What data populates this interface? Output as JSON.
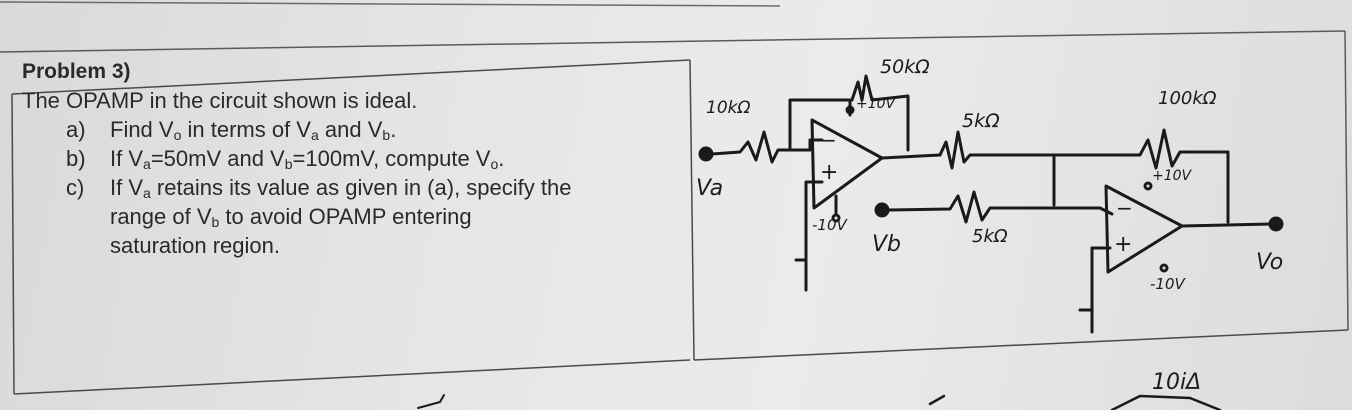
{
  "problem": {
    "title": "Problem 3)",
    "intro": "The OPAMP in the circuit shown is ideal.",
    "a_marker": "a)",
    "a_text_1": "Find V",
    "a_sub_1": "o",
    "a_text_2": " in terms of V",
    "a_sub_2": "a",
    "a_text_3": " and V",
    "a_sub_3": "b",
    "a_text_4": ".",
    "b_marker": "b)",
    "b_text_1": "If V",
    "b_sub_1": "a",
    "b_text_2": "=50mV and V",
    "b_sub_2": "b",
    "b_text_3": "=100mV, compute V",
    "b_sub_3": "o",
    "b_text_4": ".",
    "c_marker": "c)",
    "c_line1_1": "If V",
    "c_sub_1": "a",
    "c_line1_2": " retains its value as given in (a), specify the",
    "c_line2": "range   of   V",
    "c_sub_2": "b",
    "c_line2_b": "   to   avoid   OPAMP   entering",
    "c_line3": "saturation region."
  },
  "circuit": {
    "r_in": "10kΩ",
    "r_feedback": "50kΩ",
    "r_mid": "5kΩ",
    "r_b": "5kΩ",
    "r_feedback2": "100kΩ",
    "supply_pos_1": "+10V",
    "supply_neg_1": "-10V",
    "supply_pos_2": "+10V",
    "supply_neg_2": "-10V",
    "input_a": "Va",
    "input_b": "Vb",
    "output": "Vo",
    "minus_sign_1": "−",
    "plus_sign_1": "+",
    "minus_sign_2": "−",
    "plus_sign_2": "+",
    "page_note": "10iΔ"
  }
}
